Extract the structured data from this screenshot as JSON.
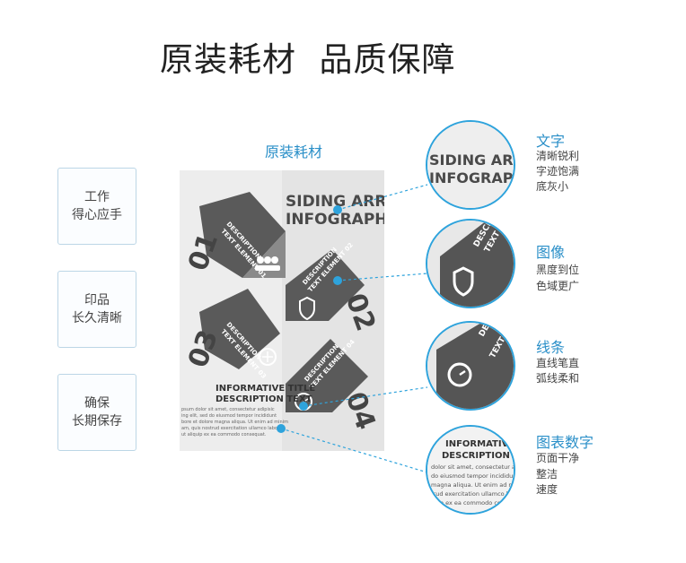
{
  "page": {
    "title": "原装耗材  品质保障",
    "caption": "原装耗材"
  },
  "features": [
    {
      "line1": "工作",
      "line2": "得心应手"
    },
    {
      "line1": "印品",
      "line2": "长久清晰"
    },
    {
      "line1": "确保",
      "line2": "长期保存"
    }
  ],
  "qualities": [
    {
      "title": "文字",
      "lines": [
        "清晰锐利",
        "字迹饱满",
        "底灰小"
      ]
    },
    {
      "title": "图像",
      "lines": [
        "黑度到位",
        "色域更广"
      ]
    },
    {
      "title": "线条",
      "lines": [
        "直线笔直",
        "弧线柔和"
      ]
    },
    {
      "title": "图表数字",
      "lines": [
        "页面干净",
        "整洁",
        "速度"
      ]
    }
  ],
  "sample": {
    "headline1": "SIDING ARROW",
    "headline2": "INFOGRAPHIC",
    "num1": "01",
    "num2": "02",
    "num3": "03",
    "num4": "04",
    "desc1a": "DESCRIPTION",
    "desc1b": "TEXT ELEMENT 01",
    "desc2a": "DESCRIPTION",
    "desc2b": "TEXT ELEMENT 02",
    "desc3a": "DESCRIPTION",
    "desc3b": "TEXT ELEMENT 03",
    "desc4a": "DESCRIPTION",
    "desc4b": "TEXT ELEMENT 04",
    "info1": "INFORMATIVE TITLE",
    "info2": "DESCRIPTION TEXT",
    "lorem": [
      "psum dolor sit amet, consectetur adipisic",
      "ing elit, sed do eiusmod tempor incididunt",
      "bore et dolore magna aliqua. Ut enim ad minim",
      "am, quis nostrud exercitation ullamco labori",
      "ut aliquip ex ea commodo consequat."
    ]
  },
  "zoom": {
    "c1a": "SIDING ARROW",
    "c1b": "INFOGRAPHIC",
    "c2a": "DESCRIPTION",
    "c2b": "TEXT ELEMENT",
    "c3a": "DE",
    "c3b": "TEXT EL",
    "c4a": "INFORMATIVE TI",
    "c4b": "DESCRIPTION TE",
    "c4lorem": [
      "dolor sit amet, consectetur adipisic",
      "do eiusmod tempor incididunt",
      "magna aliqua. Ut enim ad minim",
      "trud exercitation ullamco labori",
      "uip ex ea commodo conseq"
    ]
  },
  "colors": {
    "accent": "#2ea3dc",
    "dark": "#3c3c3c"
  }
}
